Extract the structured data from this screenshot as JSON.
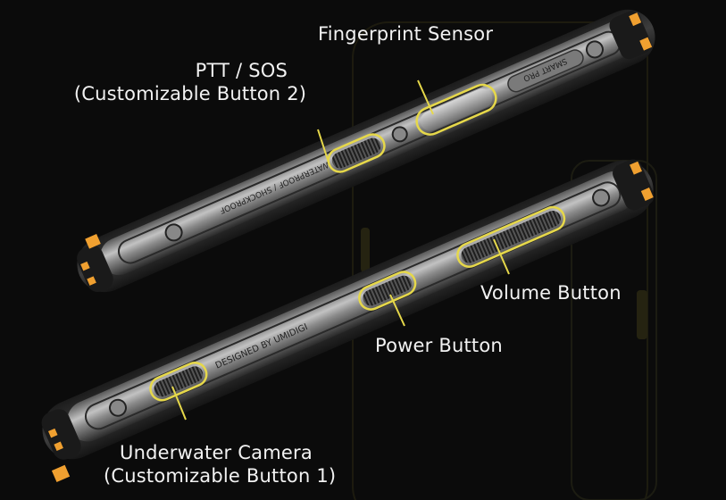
{
  "labels": {
    "fingerprint": "Fingerprint Sensor",
    "ptt_line1": "PTT / SOS",
    "ptt_line2": "(Customizable Button 2)",
    "volume": "Volume Button",
    "power": "Power Button",
    "camera_line1": "Underwater Camera",
    "camera_line2": "(Customizable Button 1)"
  },
  "engravings": {
    "upper_side": "WATERPROOF / SHOCKPROOF",
    "upper_badge": "SMART PRO",
    "lower_side": "DESIGNED BY UMIDIGI"
  },
  "colors": {
    "background": "#0b0b0b",
    "highlight": "#e6d84a",
    "accent_orange": "#f0a030",
    "metal_light": "#b9b9b9",
    "metal_dark": "#3a3a3a"
  }
}
